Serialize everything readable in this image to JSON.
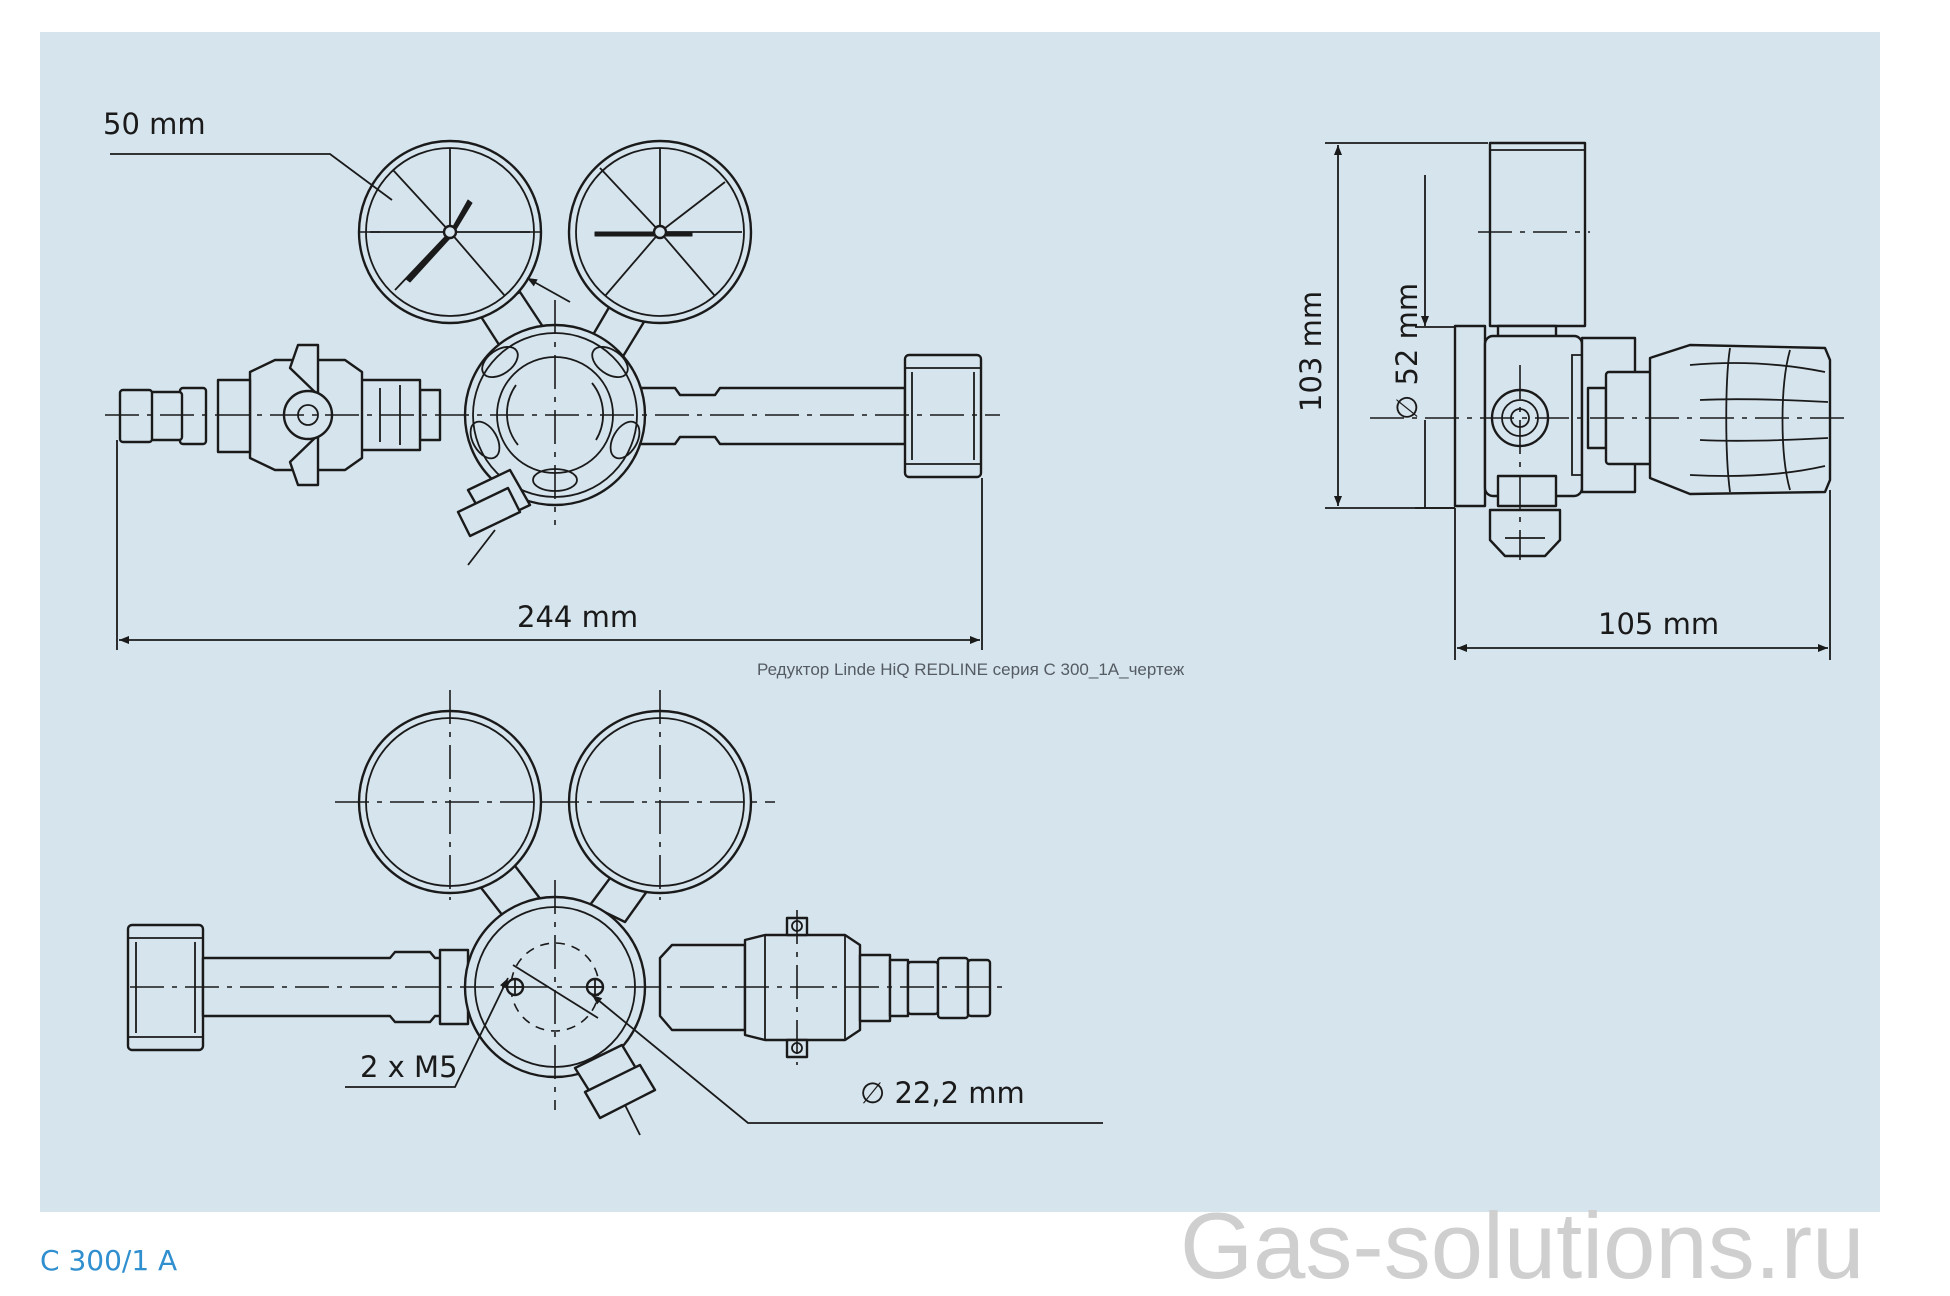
{
  "caption": "Редуктор Linde HiQ REDLINE серия С 300_1A_чертеж",
  "model_label": "C 300/1 A",
  "watermark": "Gas-solutions.ru",
  "dimensions": {
    "gauge_diameter": "50 mm",
    "overall_length": "244 mm",
    "height": "103 mm",
    "body_diameter": "∅ 52 mm",
    "depth": "105 mm",
    "mount_threads": "2 x M5",
    "mount_circle": "∅ 22,2 mm"
  },
  "colors": {
    "panel_background": "#d6e4ed",
    "line": "#1a1a1a",
    "model_label": "#2f8fcf",
    "watermark": "#cfcfcf"
  }
}
